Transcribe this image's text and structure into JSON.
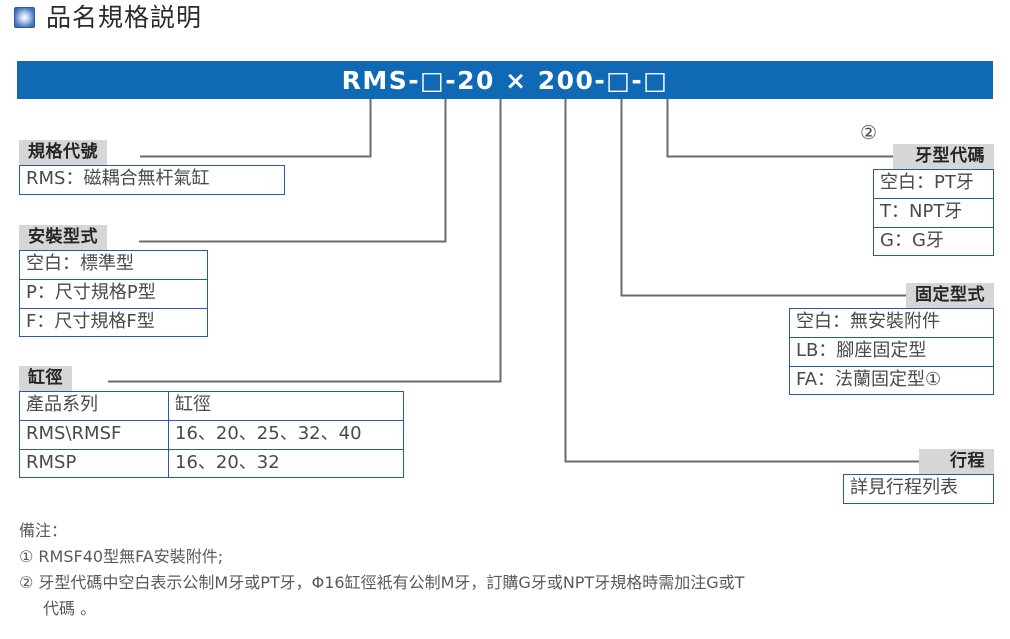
{
  "header": {
    "bullet_icon": "blue-square-bullet-icon",
    "title": "品名規格説明"
  },
  "banner": {
    "model_code": "RMS-□-20 × 200-□-□",
    "background_color": "#1069b4"
  },
  "blocks": {
    "spec_code": {
      "label": "規格代號",
      "options": [
        "RMS：磁耦合無杆氣缸"
      ]
    },
    "mounting_type": {
      "label": "安裝型式",
      "options": [
        "空白：標準型",
        "P：尺寸規格P型",
        "F：尺寸規格F型"
      ]
    },
    "bore": {
      "label": "缸徑",
      "columns": [
        "產品系列",
        "缸徑"
      ],
      "rows": [
        {
          "series": "RMS\\RMSF",
          "bore": "16、20、25、32、40"
        },
        {
          "series": "RMSP",
          "bore": "16、20、32"
        }
      ]
    },
    "thread_code": {
      "label": "牙型代碼",
      "marker": "②",
      "options": [
        "空白：PT牙",
        "T：NPT牙",
        "G：G牙"
      ]
    },
    "fixing_type": {
      "label": "固定型式",
      "options": [
        "空白：無安裝附件",
        "LB：腳座固定型",
        "FA：法蘭固定型①"
      ]
    },
    "stroke": {
      "label": "行程",
      "options": [
        "詳見行程列表"
      ]
    }
  },
  "remarks": {
    "title": "備注：",
    "items": [
      "① RMSF40型無FA安裝附件;",
      "② 牙型代碼中空白表示公制M牙或PT牙，Φ16缸徑衹有公制M牙，訂購G牙或NPT牙規格時需加注G或T",
      "代碼 。"
    ]
  },
  "colors": {
    "banner_blue": "#1069b4",
    "box_border_blue": "#2a58a8",
    "label_gray": "#d6d6d6",
    "leader_line": "#6b6b6b"
  }
}
